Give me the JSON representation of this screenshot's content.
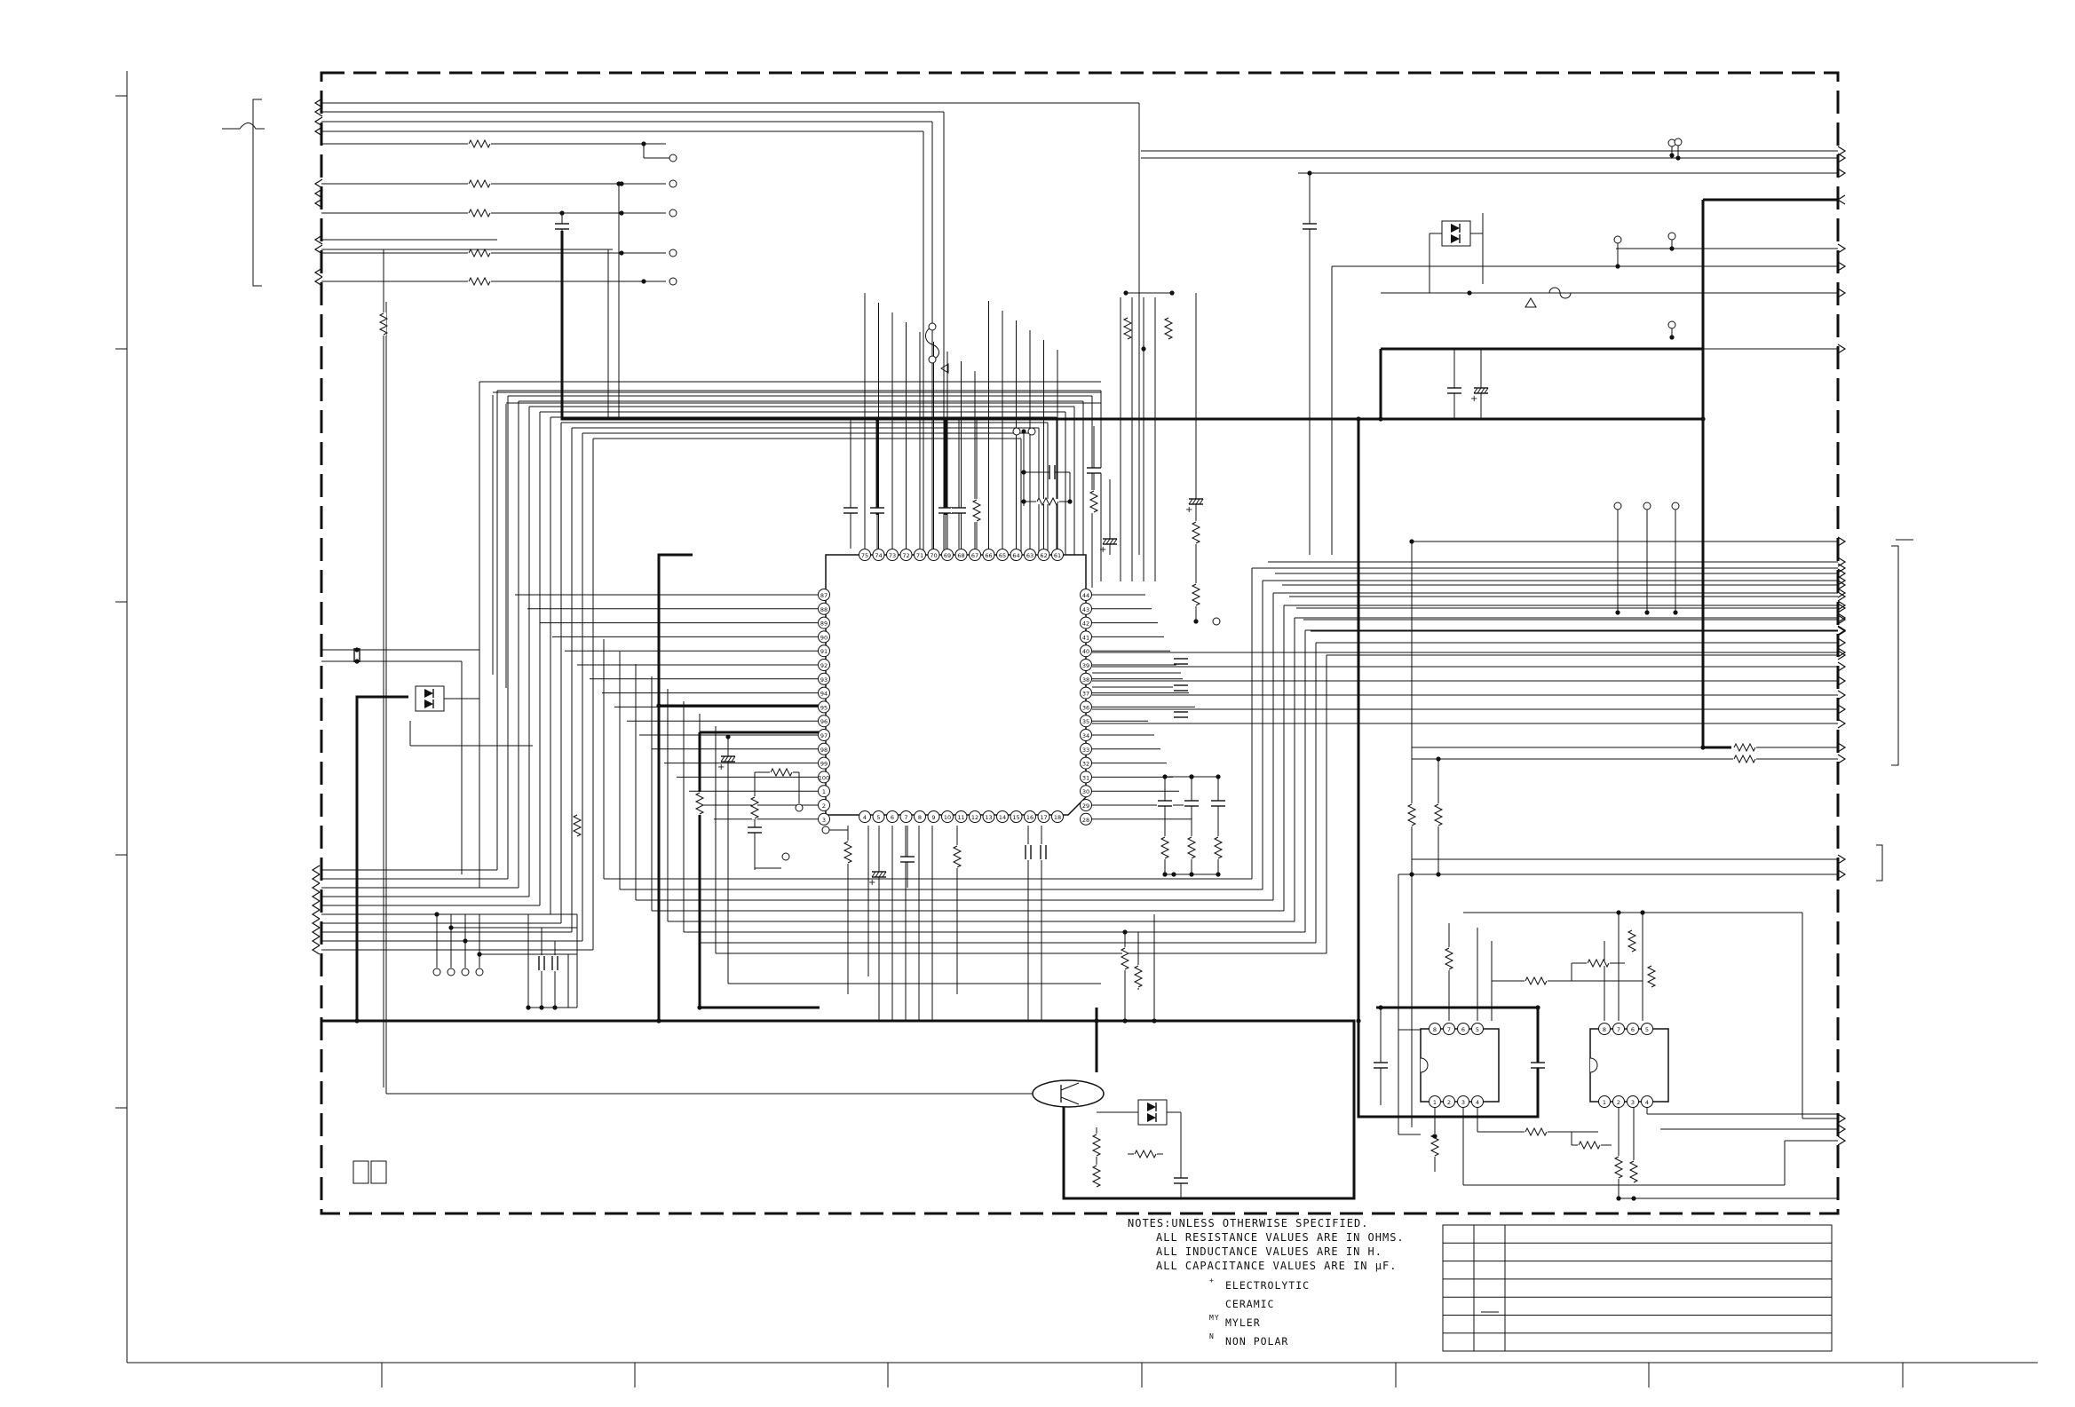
{
  "notes": {
    "header": "NOTES:UNLESS OTHERWISE SPECIFIED.",
    "lines": [
      "ALL RESISTANCE VALUES ARE IN OHMS.",
      "ALL INDUCTANCE VALUES ARE IN H.",
      "ALL CAPACITANCE VALUES ARE IN μF."
    ]
  },
  "legend": [
    {
      "symbol": "electrolytic-capacitor-symbol",
      "label": "ELECTROLYTIC",
      "tag": "+"
    },
    {
      "symbol": "ceramic-capacitor-symbol",
      "label": "CERAMIC",
      "tag": ""
    },
    {
      "symbol": "mylar-capacitor-symbol",
      "label": "MYLER",
      "tag": "MY"
    },
    {
      "symbol": "nonpolar-capacitor-symbol",
      "label": "NON POLAR",
      "tag": "N"
    }
  ],
  "ic_main_top_pins": [
    "75",
    "74",
    "73",
    "72",
    "71",
    "70",
    "69",
    "68",
    "67",
    "66",
    "65",
    "64",
    "63",
    "62",
    "61"
  ],
  "ic_main_left_pins": [
    "87",
    "88",
    "89",
    "90",
    "91",
    "92",
    "93",
    "94",
    "95",
    "96",
    "97",
    "98",
    "99",
    "100",
    "1",
    "2",
    "3"
  ],
  "ic_main_right_pins": [
    "44",
    "43",
    "42",
    "41",
    "40",
    "39",
    "38",
    "37",
    "36",
    "35",
    "34",
    "33",
    "32",
    "31",
    "30",
    "29",
    "28"
  ],
  "ic_main_bottom_pins": [
    "4",
    "5",
    "6",
    "7",
    "8",
    "9",
    "10",
    "11",
    "12",
    "13",
    "14",
    "15",
    "16",
    "17",
    "18"
  ],
  "ic_small_top_pins": [
    "8",
    "7",
    "6",
    "5"
  ],
  "ic_small_bottom_pins": [
    "1",
    "2",
    "3",
    "4"
  ],
  "colors": {
    "ink": "#111111",
    "paper": "#ffffff"
  }
}
